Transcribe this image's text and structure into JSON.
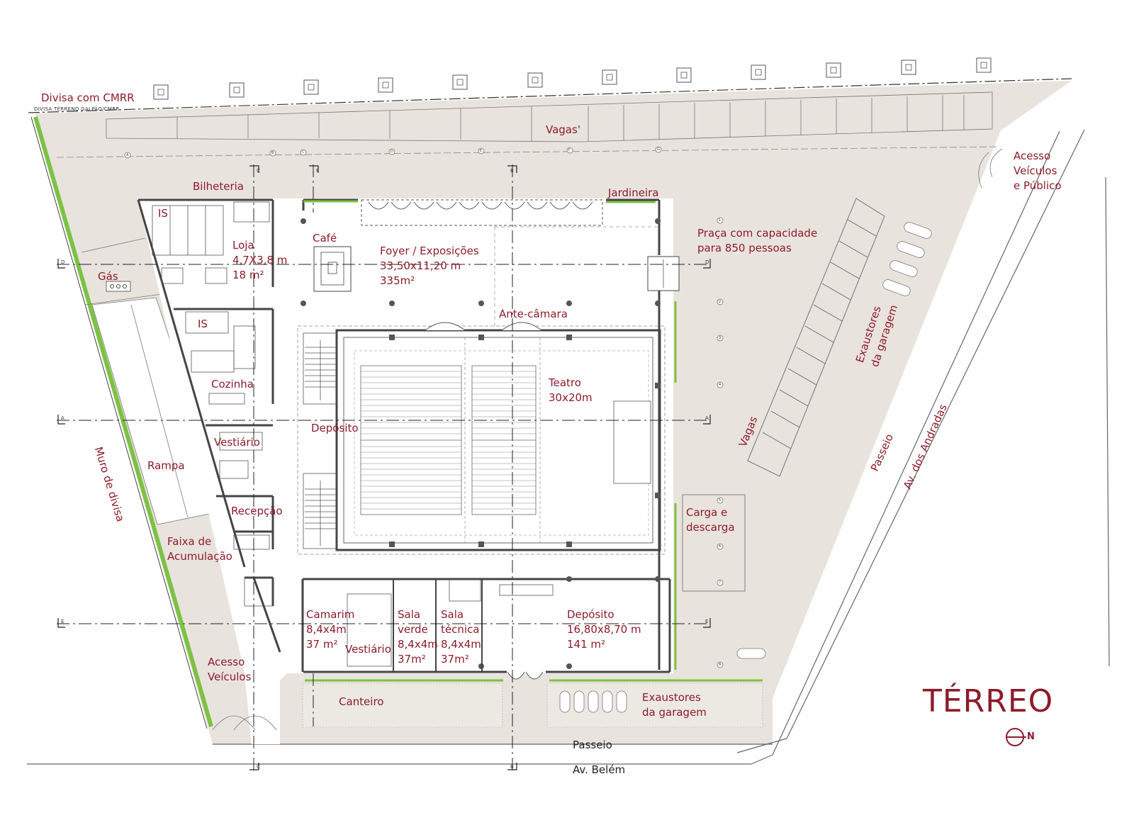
{
  "colors": {
    "label": "#8c1c2a",
    "site_fill": "#e9e3dd",
    "wall": "#444444",
    "green": "#7cc243",
    "canteiro": "#ece8e2"
  },
  "drawing_title": "TÉRREO",
  "north_letter": "N",
  "boundary": {
    "divisa_label": "Divisa com CMRR",
    "divisa_small": "DIVISA TERRENO GALPÃO/CMRR"
  },
  "labels": {
    "vagas_top": "Vagas'",
    "acesso_publico": [
      "Acesso",
      "Veículos",
      "e Público"
    ],
    "bilheteria": "Bilheteria",
    "jardineira": "Jardineira",
    "is_1": "IS",
    "loja": [
      "Loja",
      "4,7X3,8 m",
      "18 m²"
    ],
    "cafe": "Café",
    "foyer": [
      "Foyer / Exposições",
      "33,50x11,20 m",
      "335m²"
    ],
    "praca": [
      "Praça com capacidade",
      "para 850 pessoas"
    ],
    "gas": "Gás",
    "ante_camara": "Ante-câmara",
    "is_2": "IS",
    "cozinha": "Cozinha",
    "teatro": [
      "Teatro",
      "30x20m"
    ],
    "exaustores_right": [
      "Exaustores",
      "da garagem"
    ],
    "vagas_right": "Vagas",
    "deposito_1": "Depósito",
    "vestiario_1": "Vestiário",
    "rampa": "Rampa",
    "muro": "Muro de divisa",
    "passeio_right": "Passeio",
    "av_andradas": "Av. dos Andradas",
    "recepcao": "Recepção",
    "carga": [
      "Carga e",
      "descarga"
    ],
    "faixa": [
      "Faixa de",
      "Acumulação"
    ],
    "camarim": [
      "Camarim",
      "8,4x4m",
      "37 m²"
    ],
    "sala_verde": [
      "Sala",
      "verde",
      "8,4x4m",
      "37m²"
    ],
    "sala_tecnica": [
      "Sala",
      "técnica",
      "8,4x4m",
      "37m²"
    ],
    "vestiario_2": "Vestiário",
    "deposito_2": [
      "Depósito",
      "16,80x8,70 m",
      "141 m²"
    ],
    "acesso_veiculos": [
      "Acesso",
      "Veículos"
    ],
    "canteiro": "Canteiro",
    "exaustores_bottom": [
      "Exaustores",
      "da garagem"
    ],
    "passeio_bottom": "Passeio",
    "av_belem": "Av. Belém"
  },
  "section_marks": {
    "vertical": [
      "C",
      "F",
      "B"
    ],
    "horizontal": [
      "D",
      "A",
      "E"
    ]
  },
  "grid_bubbles": {
    "top": [
      "A",
      "B",
      "C",
      "D",
      "E",
      "F",
      "G"
    ],
    "right": [
      "1",
      "2",
      "3",
      "4",
      "5",
      "6",
      "7",
      "8"
    ]
  }
}
